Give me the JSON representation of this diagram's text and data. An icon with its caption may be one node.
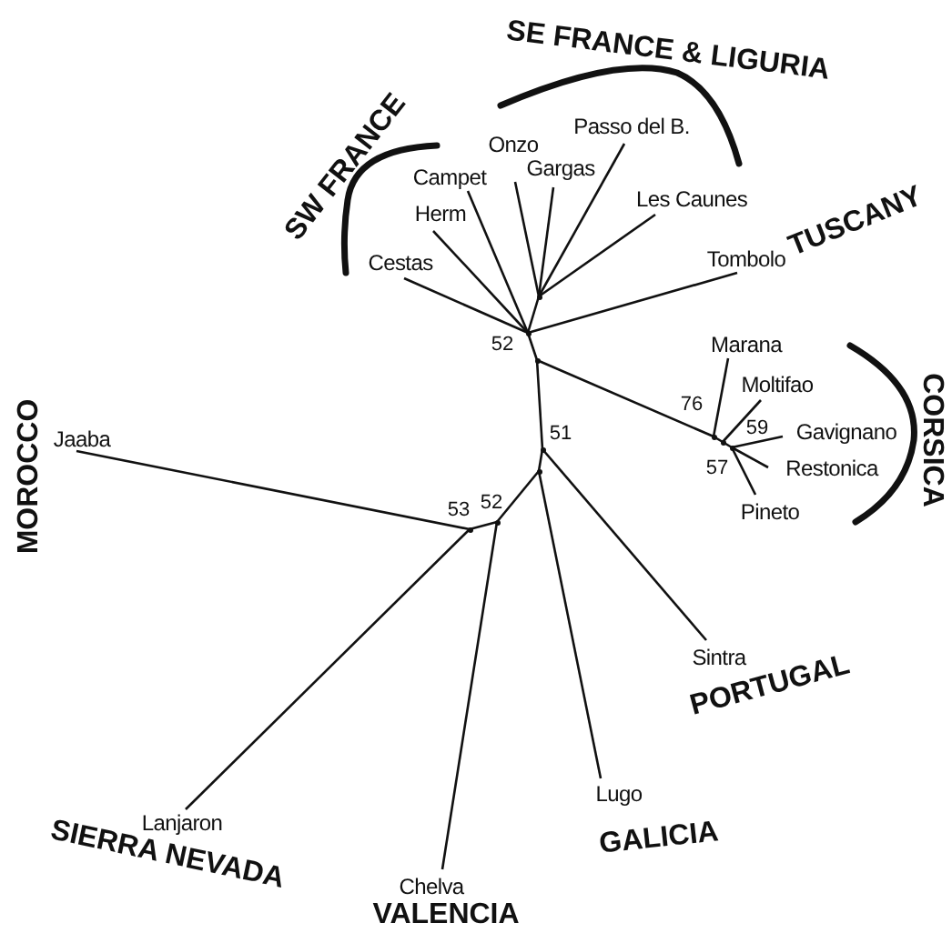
{
  "diagram": {
    "nodes": [
      {
        "text": [
          "Passo del B."
        ]
      },
      {
        "text": [
          "Onzo"
        ]
      },
      {
        "text": [
          "Gargas"
        ]
      },
      {
        "text": [
          "Campet"
        ]
      },
      {
        "text": [
          "Herm"
        ]
      },
      {
        "text": [
          "Les Caunes"
        ]
      },
      {
        "text": [
          "Cestas"
        ]
      },
      {
        "text": [
          "Tombolo"
        ]
      },
      {
        "text": [
          "Marana"
        ]
      },
      {
        "text": [
          "Moltifao"
        ]
      },
      {
        "text": [
          "Gavignano"
        ]
      },
      {
        "text": [
          "Restonica"
        ]
      },
      {
        "text": [
          "Pineto"
        ]
      },
      {
        "text": [
          "Jaaba"
        ]
      },
      {
        "text": [
          "Sintra"
        ]
      },
      {
        "text": [
          "Lugo"
        ]
      },
      {
        "text": [
          "Lanjaron"
        ]
      },
      {
        "text": [
          "Chelva"
        ]
      },
      {
        "text": [],
        "shape": "point",
        "beside": [
          "52"
        ]
      },
      {
        "text": [],
        "shape": "point"
      },
      {
        "text": [],
        "shape": "point"
      },
      {
        "text": [],
        "shape": "point",
        "beside": [
          "76"
        ]
      },
      {
        "text": [],
        "shape": "point",
        "beside": [
          "59"
        ]
      },
      {
        "text": [],
        "shape": "point",
        "beside": [
          "57"
        ]
      },
      {
        "text": [],
        "shape": "point",
        "beside": [
          "51"
        ]
      },
      {
        "text": [],
        "shape": "point"
      },
      {
        "text": [],
        "shape": "point",
        "beside": [
          "52"
        ]
      },
      {
        "text": [],
        "shape": "point",
        "beside": [
          "53"
        ]
      }
    ],
    "edges": [
      {
        "from": 18,
        "to": 6,
        "arrow": "none"
      },
      {
        "from": 18,
        "to": 4,
        "arrow": "none"
      },
      {
        "from": 18,
        "to": 3,
        "arrow": "none"
      },
      {
        "from": 18,
        "to": 19,
        "arrow": "none"
      },
      {
        "from": 19,
        "to": 1,
        "arrow": "none"
      },
      {
        "from": 19,
        "to": 2,
        "arrow": "none"
      },
      {
        "from": 19,
        "to": 0,
        "arrow": "none"
      },
      {
        "from": 19,
        "to": 5,
        "arrow": "none"
      },
      {
        "from": 18,
        "to": 7,
        "arrow": "none"
      },
      {
        "from": 18,
        "to": 20,
        "arrow": "none"
      },
      {
        "from": 20,
        "to": 21,
        "arrow": "none"
      },
      {
        "from": 21,
        "to": 8,
        "arrow": "none"
      },
      {
        "from": 21,
        "to": 22,
        "arrow": "none"
      },
      {
        "from": 22,
        "to": 9,
        "arrow": "none"
      },
      {
        "from": 22,
        "to": 23,
        "arrow": "none"
      },
      {
        "from": 23,
        "to": 10,
        "arrow": "none"
      },
      {
        "from": 23,
        "to": 11,
        "arrow": "none"
      },
      {
        "from": 23,
        "to": 12,
        "arrow": "none"
      },
      {
        "from": 20,
        "to": 24,
        "arrow": "none"
      },
      {
        "from": 24,
        "to": 14,
        "arrow": "none"
      },
      {
        "from": 24,
        "to": 25,
        "arrow": "none"
      },
      {
        "from": 25,
        "to": 15,
        "arrow": "none"
      },
      {
        "from": 25,
        "to": 26,
        "arrow": "none"
      },
      {
        "from": 26,
        "to": 17,
        "arrow": "none"
      },
      {
        "from": 26,
        "to": 27,
        "arrow": "none"
      },
      {
        "from": 27,
        "to": 13,
        "arrow": "none"
      },
      {
        "from": 27,
        "to": 16,
        "arrow": "none"
      }
    ],
    "labels": [
      "SE FRANCE & LIGURIA",
      "SW FRANCE",
      "TUSCANY",
      "CORSICA",
      "MOROCCO",
      "PORTUGAL",
      "GALICIA",
      "SIERRA NEVADA",
      "VALENCIA"
    ]
  }
}
